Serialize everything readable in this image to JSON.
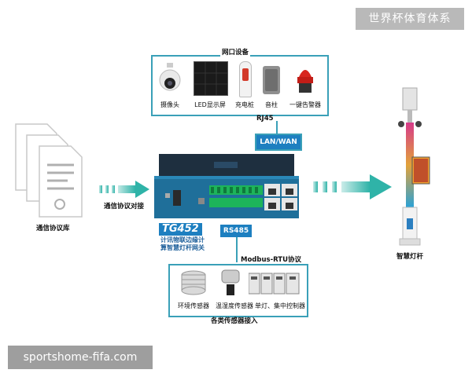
{
  "watermark_top": "世界杯体育体系",
  "watermark_bottom": "sportshome-fifa.com",
  "network_panel": {
    "title": "网口设备",
    "devices": [
      "摄像头",
      "LED显示屏",
      "充电桩",
      "音柱",
      "一键告警器"
    ]
  },
  "rj45_label": "RJ45",
  "lan_wan_label": "LAN/WAN",
  "protocol_library_label": "通信协议库",
  "protocol_dock_label": "通信协议对接",
  "gateway": {
    "model": "TG452",
    "subtitle_line1": "计讯物联边缘计",
    "subtitle_line2": "算智慧灯杆网关"
  },
  "rs485_label": "RS485",
  "modbus_label": "Modbus-RTU协议",
  "sensor_panel": {
    "items": [
      "环境传感器",
      "温湿度传感器",
      "单灯、集中控制器"
    ],
    "caption": "各类传感器接入"
  },
  "smart_pole_label": "智慧灯杆",
  "colors": {
    "accent": "#3aa0b8",
    "tag_blue": "#1d7fc0",
    "arrow_teal": "#2fb3a8"
  }
}
